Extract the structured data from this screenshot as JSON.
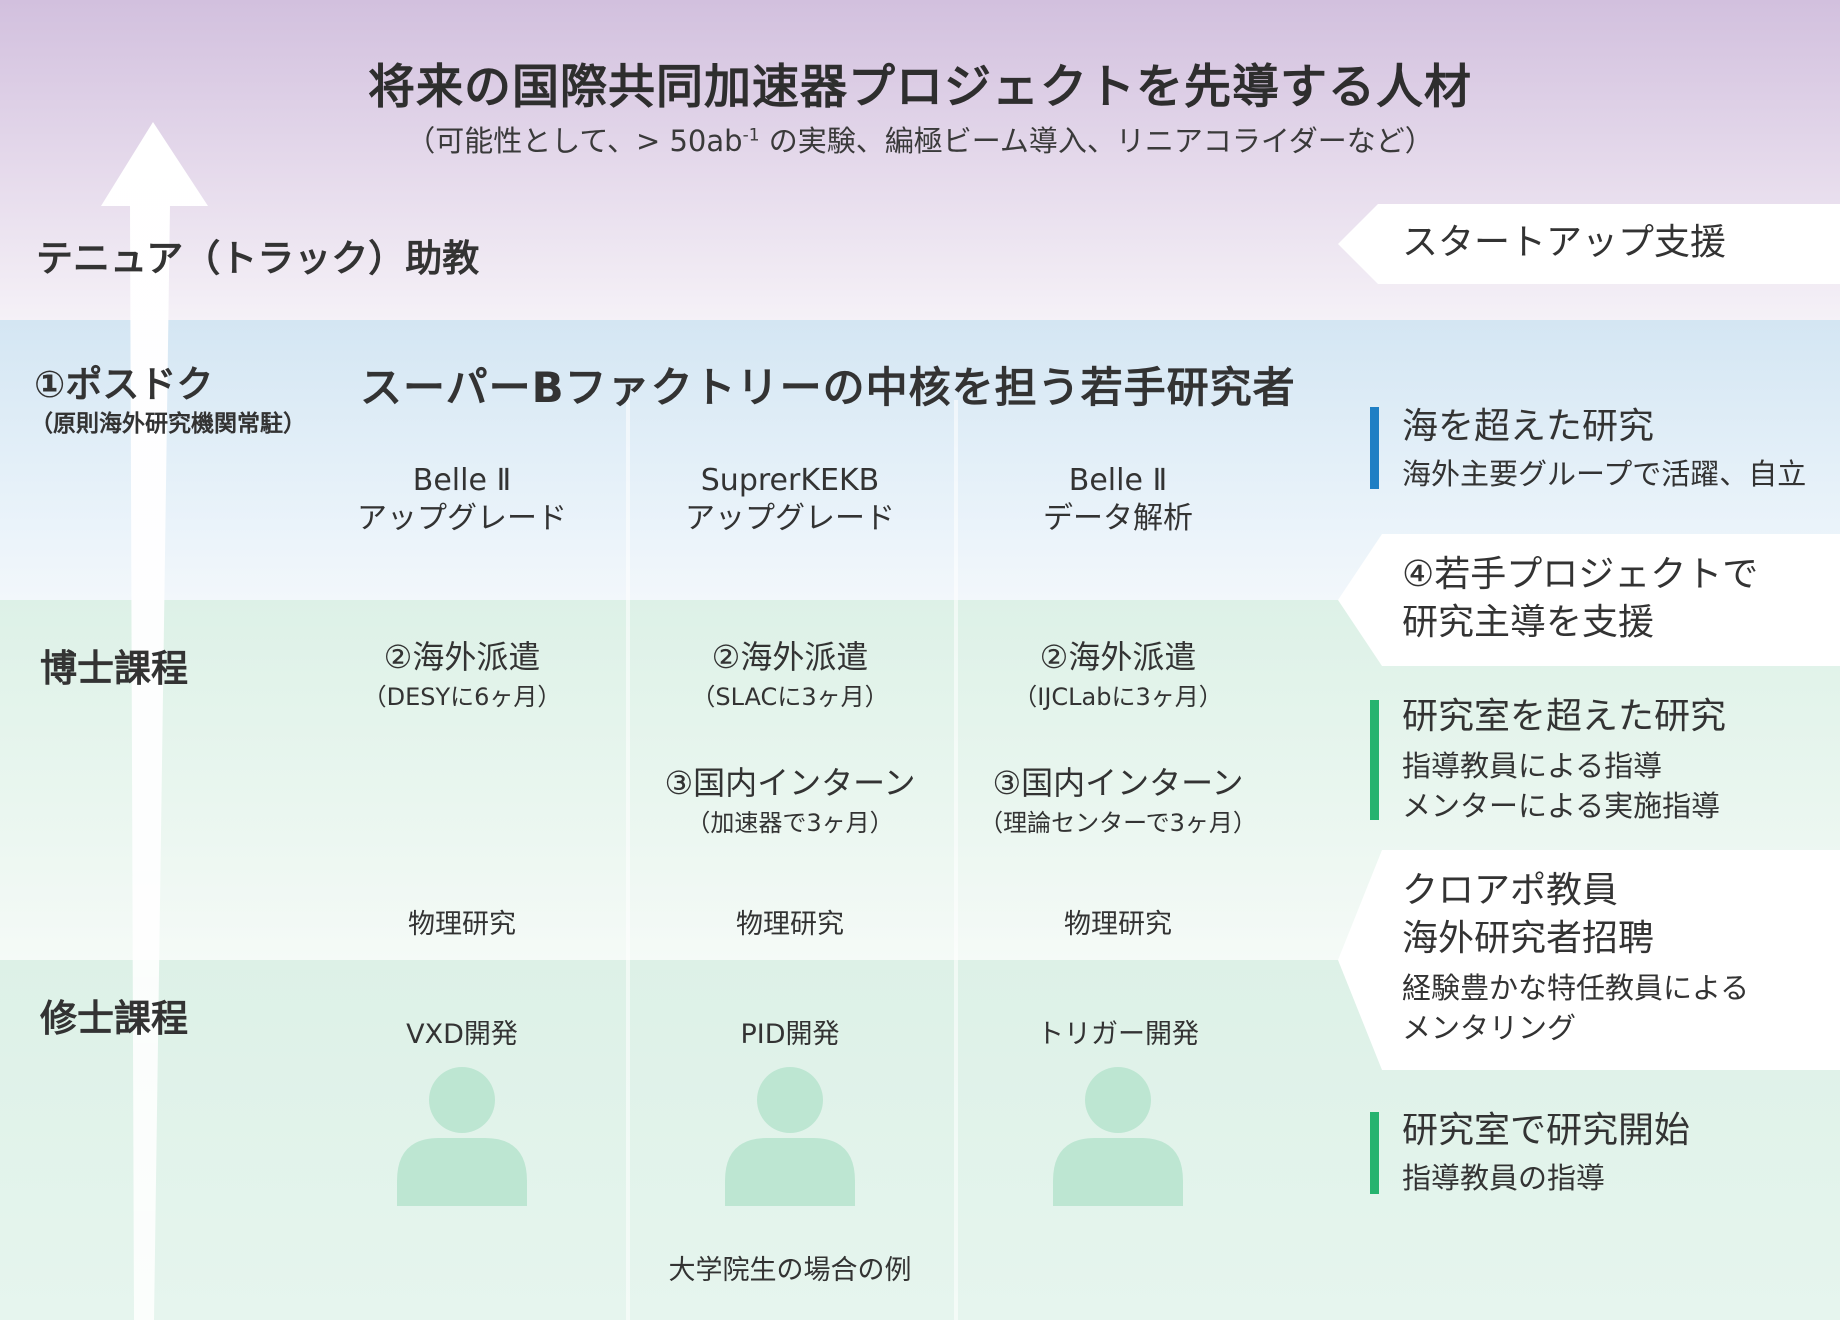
{
  "header": {
    "title": "将来の国際共同加速器プロジェクトを先導する人材",
    "subtitle_pre": "（可能性として、> 50ab",
    "subtitle_sup": "-1",
    "subtitle_post": " の実験、編極ビーム導入、リニアコライダーなど）"
  },
  "stages": {
    "tenure": "テニュア（トラック）助教",
    "postdoc": "①ポスドク",
    "postdoc_note": "（原則海外研究機関常駐）",
    "phd": "博士課程",
    "masters": "修士課程"
  },
  "center_heading": "スーパーBファクトリーの中核を担う若手研究者",
  "columns": [
    {
      "head_line1": "Belle Ⅱ",
      "head_line2": "アップグレード",
      "dispatch": "②海外派遣",
      "dispatch_note": "（DESYに6ヶ月）",
      "physics": "物理研究",
      "masters_task": "VXD開発"
    },
    {
      "head_line1": "SuprerKEKB",
      "head_line2": "アップグレード",
      "dispatch": "②海外派遣",
      "dispatch_note": "（SLACに3ヶ月）",
      "intern": "③国内インターン",
      "intern_note": "（加速器で3ヶ月）",
      "physics": "物理研究",
      "masters_task": "PID開発"
    },
    {
      "head_line1": "Belle Ⅱ",
      "head_line2": "データ解析",
      "dispatch": "②海外派遣",
      "dispatch_note": "（IJCLabに3ヶ月）",
      "intern": "③国内インターン",
      "intern_note": "（理論センターで3ヶ月）",
      "physics": "物理研究",
      "masters_task": "トリガー開発"
    }
  ],
  "caption": "大学院生の場合の例",
  "sidebar": {
    "startup": "スタートアップ支援",
    "overseas_title": "海を超えた研究",
    "overseas_text": "海外主要グループで活躍、自立",
    "young_project_line1": "④若手プロジェクトで",
    "young_project_line2": "研究主導を支援",
    "beyond_lab_title": "研究室を超えた研究",
    "beyond_lab_line1": "指導教員による指導",
    "beyond_lab_line2": "メンターによる実施指導",
    "crossappoint_line1": "クロアポ教員",
    "crossappoint_line2": "海外研究者招聘",
    "crossappoint_text1": "経験豊かな特任教員による",
    "crossappoint_text2": "メンタリング",
    "lab_start_title": "研究室で研究開始",
    "lab_start_text": "指導教員の指導"
  },
  "colors": {
    "top_band": "#d2c0de",
    "postdoc_band": "#d4e6f3",
    "student_band": "#ddf1e7",
    "person": "#bde6d2",
    "bar_blue": "#1f7fc4",
    "bar_green": "#26b36f"
  }
}
